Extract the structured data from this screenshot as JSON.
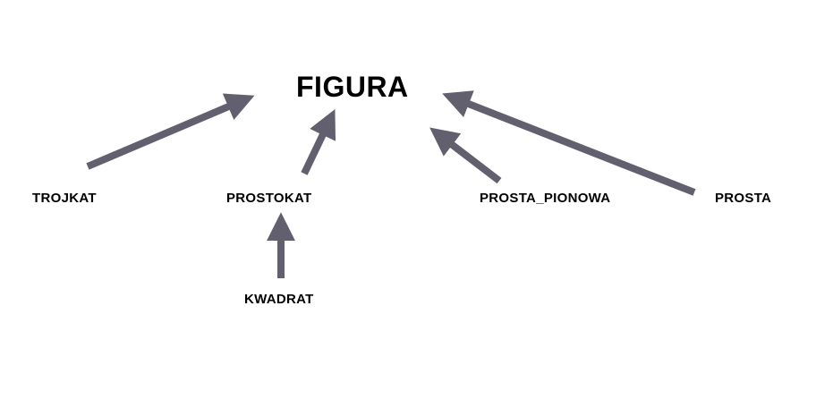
{
  "diagram": {
    "root": "FIGURA",
    "nodes": {
      "trojkat": "TROJKAT",
      "prostokat": "PROSTOKAT",
      "prosta_pionowa": "PROSTA_PIONOWA",
      "prosta": "PROSTA",
      "kwadrat": "KWADRAT"
    },
    "edges": [
      {
        "from": "TROJKAT",
        "to": "FIGURA"
      },
      {
        "from": "PROSTOKAT",
        "to": "FIGURA"
      },
      {
        "from": "PROSTA_PIONOWA",
        "to": "FIGURA"
      },
      {
        "from": "PROSTA",
        "to": "FIGURA"
      },
      {
        "from": "KWADRAT",
        "to": "PROSTOKAT"
      }
    ],
    "arrow_color": "#62606e",
    "text_color": "#000000"
  }
}
